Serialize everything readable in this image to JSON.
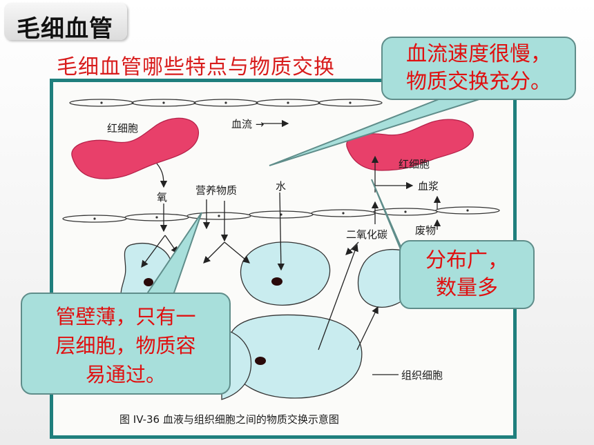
{
  "slide": {
    "title": "毛细血管",
    "question": "毛细血管哪些特点与物质交换"
  },
  "diagram": {
    "labels": {
      "red_cell_left": "红细胞",
      "blood_flow": "血流",
      "oxygen": "氧",
      "nutrients": "营养物质",
      "water": "水",
      "red_cell_right": "红细胞",
      "plasma": "血浆",
      "co2": "二氧化碳",
      "waste": "废物",
      "tissue_cell": "组织细胞"
    },
    "caption": "图 IV-36    血液与组织细胞之间的物质交换示意图"
  },
  "callouts": {
    "slow_flow": [
      "血流速度很慢，",
      "物质交换充分。"
    ],
    "wide_distribution": [
      "分布广，",
      "数量多"
    ],
    "thin_wall": [
      "管壁薄，只有一",
      "层细胞，物质容",
      "易通过。"
    ]
  },
  "colors": {
    "red_cell": "#e8406a",
    "tissue_cell": "#c9ecef",
    "frame": "#1f7f7d",
    "callout_bg": "#a8dfdb",
    "callout_text": "#e01010",
    "question_text": "#d81c1c"
  }
}
